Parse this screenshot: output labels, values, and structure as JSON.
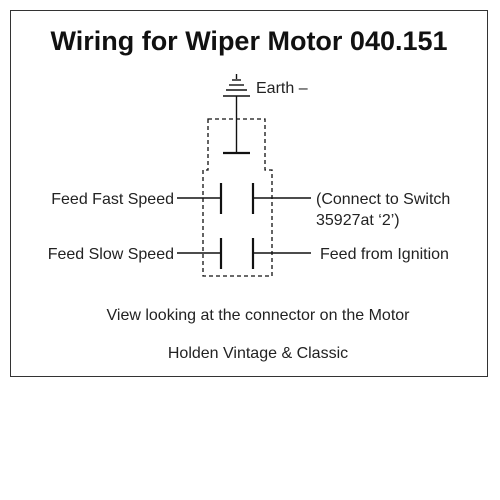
{
  "title": "Wiring for Wiper Motor 040.151",
  "labels": {
    "earth": "Earth –",
    "feed_fast": "Feed Fast Speed",
    "feed_slow": "Feed Slow Speed",
    "connect_line1": "(Connect to Switch",
    "connect_line2": "35927at ‘2’)",
    "feed_ignition": "Feed from Ignition"
  },
  "captions": {
    "view_note": "View looking at the connector on the Motor",
    "credit": "Holden Vintage & Classic"
  },
  "icons": [
    "earth-ground-icon"
  ]
}
